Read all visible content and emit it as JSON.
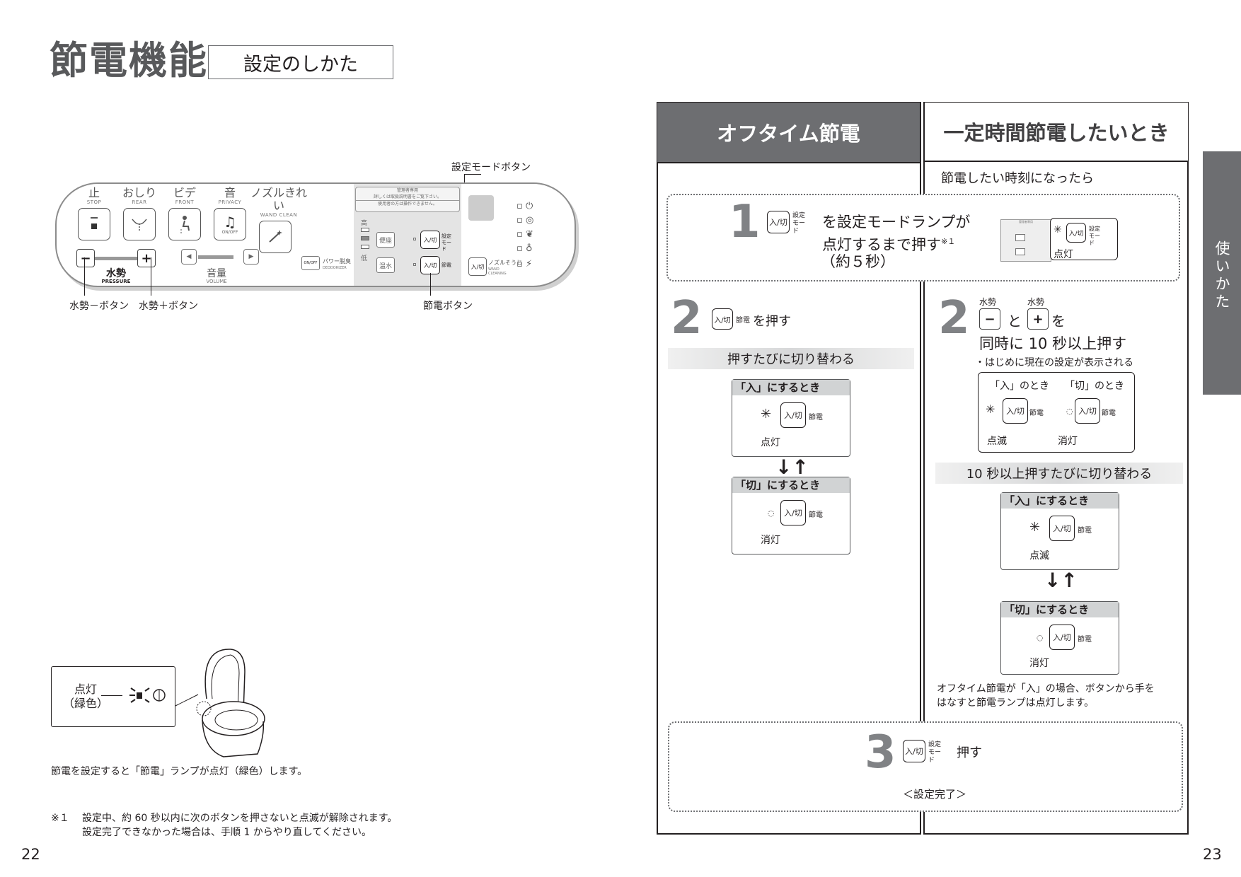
{
  "header": {
    "title": "節電機能",
    "subtitle": "設定のしかた"
  },
  "panel": {
    "buttons": [
      {
        "label": "止",
        "sub": "STOP",
        "icon": "stop-icon"
      },
      {
        "label": "おしり",
        "sub": "REAR",
        "icon": "rear-wash-icon"
      },
      {
        "label": "ビデ",
        "sub": "FRONT",
        "icon": "bidet-icon"
      },
      {
        "label": "音",
        "sub": "PRIVACY",
        "icon": "music-note-icon",
        "tiny": "ON/OFF"
      },
      {
        "label": "ノズルきれい",
        "sub": "WAND CLEAN",
        "icon": "wand-clean-icon"
      }
    ],
    "pressure_label": "水勢",
    "pressure_sub": "PRESSURE",
    "volume_label": "音量",
    "volume_sub": "VOLUME",
    "deodorizer_label": "パワー脱臭",
    "deodorizer_sub": "DEODORIZER",
    "onoff": "ON/OFF",
    "admin_line1": "管理者専用",
    "admin_line2": "詳しくは取扱説明書をご覧下さい。",
    "admin_line3": "使用者の方は操作できません。",
    "high": "高",
    "low": "低",
    "seat": "便座",
    "warm_water": "温水",
    "onoff_jp": "入/切",
    "setting_mode": "設定モード",
    "power_save": "節電",
    "nozzle_cleaning": "ノズルそうじ",
    "nozzle_cleaning_sub": "WAND CLEANING"
  },
  "callouts": {
    "setting_mode_button": "設定モードボタン",
    "pressure_minus": "水勢－ボタン",
    "pressure_plus": "水勢＋ボタン",
    "power_save_button": "節電ボタン"
  },
  "lamp_box": {
    "label": "点灯\n（緑色）"
  },
  "lamp_caption": "節電を設定すると「節電」ランプが点灯（緑色）します。",
  "footnote": {
    "mark": "※１",
    "line1": "設定中、約 60 秒以内に次のボタンを押さないと点滅が解除されます。",
    "line2": "設定完了できなかった場合は、手順 1 からやり直してください。"
  },
  "page_left": "22",
  "page_right": "23",
  "right": {
    "col1_title": "オフタイム節電",
    "col2_title": "一定時間節電したいとき",
    "col2_intro": "節電したい時刻になったら",
    "step1": {
      "num": "1",
      "line1": "を設定モードランプが",
      "line2": "点灯するまで押す",
      "sup": "※１",
      "line3": "（約５秒）",
      "lit": "点灯"
    },
    "step2a": {
      "num": "2",
      "text": "を押す",
      "band": "押すたびに切り替わる"
    },
    "on_box": {
      "head": "「入」にするとき",
      "caption": "点灯"
    },
    "off_box": {
      "head": "「切」にするとき",
      "caption": "消灯"
    },
    "step2b": {
      "num": "2",
      "label_pressure": "水勢",
      "minus": "−",
      "plus": "+",
      "and": "と",
      "wo": "を",
      "line2": "同時に 10 秒以上押す",
      "bullet": "・はじめに現在の設定が表示される",
      "on_label": "「入」のとき",
      "off_label": "「切」のとき",
      "blink": "点滅",
      "off": "消灯",
      "band": "10 秒以上押すたびに切り替わる"
    },
    "on_box2": {
      "head": "「入」にするとき",
      "caption": "点滅"
    },
    "off_box2": {
      "head": "「切」にするとき",
      "caption": "消灯"
    },
    "note_line1": "オフタイム節電が「入」の場合、ボタンから手を",
    "note_line2": "はなすと節電ランプは点灯します。",
    "step3": {
      "num": "3",
      "text": "押す",
      "done": "＜設定完了＞"
    },
    "side_tab": "使いかた"
  }
}
